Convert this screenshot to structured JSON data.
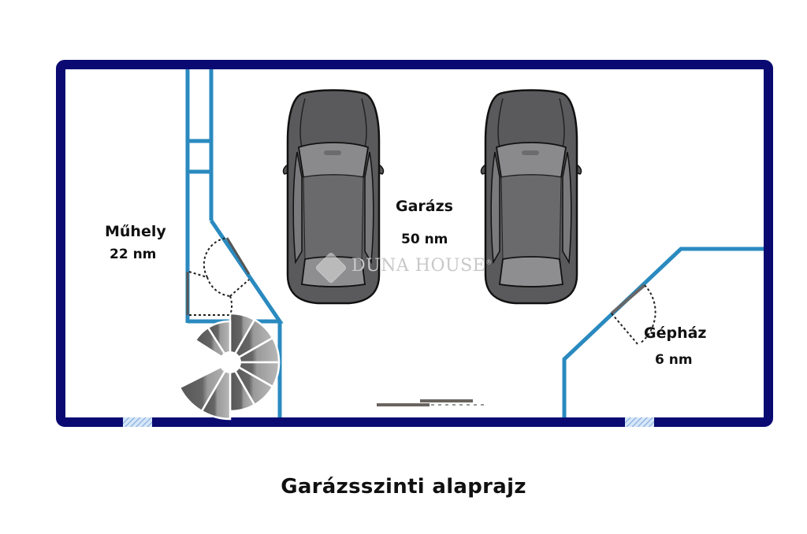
{
  "plan": {
    "title": "Garázsszinti alaprajz",
    "colors": {
      "exterior_wall": "#0a0a72",
      "interior_wall": "#2a8abf",
      "car_body": "#5a5a5c",
      "door_swing": "#222222",
      "window_hatch": "#a8c8ec"
    },
    "rooms": [
      {
        "name": "Garázs",
        "area": "50 nm"
      },
      {
        "name": "Műhely",
        "area": "22 nm"
      },
      {
        "name": "Gépház",
        "area": "6 nm"
      }
    ],
    "watermark": {
      "text": "DUNA HOUSE",
      "mark": "®"
    }
  }
}
